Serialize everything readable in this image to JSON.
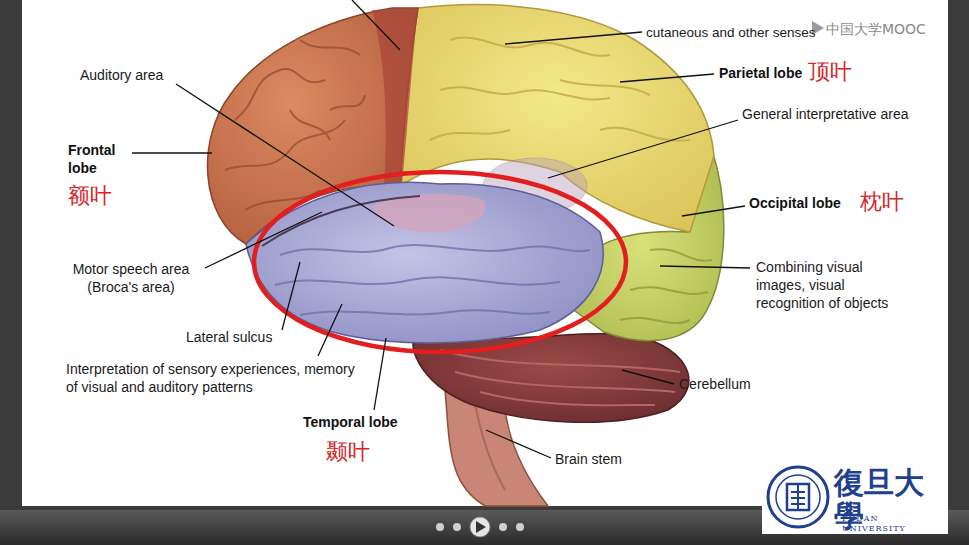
{
  "diagram": {
    "labels": [
      "cutaneous and other senses",
      "中国大学MOOC",
      "Auditory area",
      "Parietal lobe",
      "顶叶",
      "General interpretative area",
      "Frontal lobe",
      "额叶",
      "Occipital lobe",
      "枕叶",
      "Combining visual images, visual recognition of objects",
      "Motor speech area (Broca's area)",
      "Lateral sulcus",
      "Interpretation of sensory experiences, memory of visual and auditory patterns",
      "Cerebellum",
      "Temporal lobe",
      "颞叶",
      "Brain stem",
      "復旦大學",
      "FUDAN UNIVERSITY"
    ]
  }
}
